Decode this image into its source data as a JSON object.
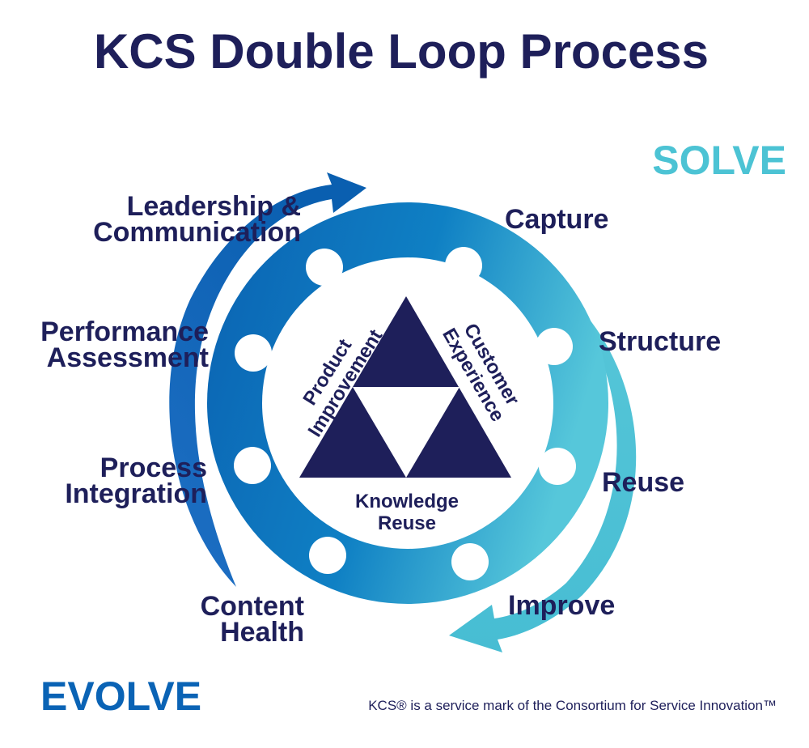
{
  "title": "KCS Double Loop Process",
  "solve": {
    "heading": "SOLVE",
    "steps": [
      "Capture",
      "Structure",
      "Reuse",
      "Improve"
    ]
  },
  "evolve": {
    "heading": "EVOLVE",
    "steps": [
      {
        "line1": "Leadership &",
        "line2": "Communication"
      },
      {
        "line1": "Performance",
        "line2": "Assessment"
      },
      {
        "line1": "Process",
        "line2": "Integration"
      },
      {
        "line1": "Content",
        "line2": "Health"
      }
    ]
  },
  "triangle": {
    "left": {
      "line1": "Product",
      "line2": "Improvement"
    },
    "right": {
      "line1": "Customer",
      "line2": "Experience"
    },
    "bottom": {
      "line1": "Knowledge",
      "line2": "Reuse"
    }
  },
  "footer": "KCS® is a service mark of the Consortium for Service Innovation™",
  "colors": {
    "navy": "#1e1f5a",
    "solve_teal": "#4cc3d4",
    "evolve_blue": "#0a63b5",
    "ring_dark": "#0c6cb8",
    "ring_light": "#4bbfd6"
  }
}
